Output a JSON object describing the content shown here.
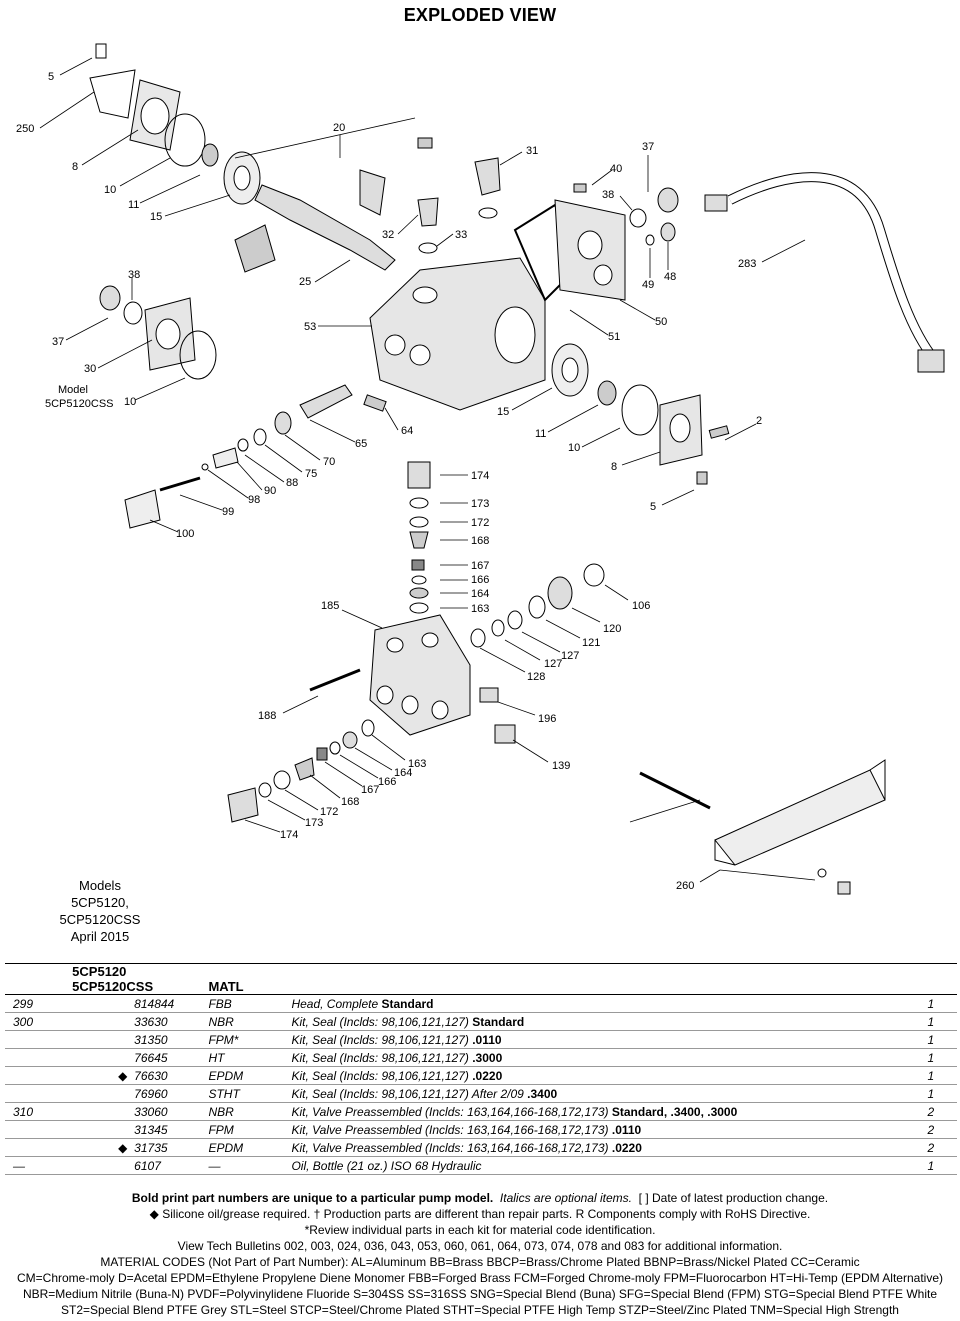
{
  "page_title": "EXPLODED VIEW",
  "callouts": [
    "5",
    "250",
    "8",
    "10",
    "11",
    "15",
    "20",
    "25",
    "38",
    "37",
    "30",
    "10",
    "31",
    "32",
    "33",
    "40",
    "37",
    "38",
    "49",
    "48",
    "283",
    "53",
    "51",
    "50",
    "15",
    "11",
    "10",
    "8",
    "2",
    "5",
    "65",
    "64",
    "70",
    "75",
    "88",
    "90",
    "98",
    "99",
    "100",
    "174",
    "173",
    "172",
    "168",
    "167",
    "166",
    "164",
    "163",
    "106",
    "120",
    "121",
    "127",
    "127",
    "128",
    "185",
    "196",
    "188",
    "139",
    "163",
    "164",
    "166",
    "167",
    "168",
    "172",
    "173",
    "174",
    "260"
  ],
  "model_label": {
    "line1": "Model",
    "line2": "5CP5120CSS"
  },
  "models_note": {
    "line1": "Models",
    "line2": "5CP5120, 5CP5120CSS",
    "line3": "April 2015"
  },
  "table": {
    "header": {
      "col_model_line1": "5CP5120",
      "col_model_line2": "5CP5120CSS",
      "col_matl": "MATL"
    },
    "rows": [
      {
        "ref": "299",
        "diamond": "",
        "part": "814844",
        "matl": "FBB",
        "desc": "Head, Complete ",
        "bold": "Standard",
        "qty": "1"
      },
      {
        "ref": "300",
        "diamond": "",
        "part": "33630",
        "matl": "NBR",
        "desc": "Kit, Seal (Inclds: 98,106,121,127) ",
        "bold": "Standard",
        "qty": "1"
      },
      {
        "ref": "",
        "diamond": "",
        "part": "31350",
        "matl": "FPM*",
        "desc": "Kit, Seal (Inclds: 98,106,121,127) ",
        "bold": ".0110",
        "qty": "1"
      },
      {
        "ref": "",
        "diamond": "",
        "part": "76645",
        "matl": "HT",
        "desc": "Kit, Seal (Inclds: 98,106,121,127) ",
        "bold": ".3000",
        "qty": "1"
      },
      {
        "ref": "",
        "diamond": "◆",
        "part": "76630",
        "matl": "EPDM",
        "desc": "Kit, Seal (Inclds: 98,106,121,127) ",
        "bold": ".0220",
        "qty": "1"
      },
      {
        "ref": "",
        "diamond": "",
        "part": "76960",
        "matl": "STHT",
        "desc": "Kit, Seal (Inclds: 98,106,121,127) After 2/09 ",
        "bold": ".3400",
        "qty": "1"
      },
      {
        "ref": "310",
        "diamond": "",
        "part": "33060",
        "matl": "NBR",
        "desc": "Kit, Valve Preassembled (Inclds: 163,164,166-168,172,173) ",
        "bold": "Standard, .3400, .3000",
        "qty": "2"
      },
      {
        "ref": "",
        "diamond": "",
        "part": "31345",
        "matl": "FPM",
        "desc": "Kit, Valve Preassembled (Inclds: 163,164,166-168,172,173) ",
        "bold": ".0110",
        "qty": "2"
      },
      {
        "ref": "",
        "diamond": "◆",
        "part": "31735",
        "matl": "EPDM",
        "desc": "Kit, Valve Preassembled (Inclds: 163,164,166-168,172,173) ",
        "bold": ".0220",
        "qty": "2"
      },
      {
        "ref": "—",
        "diamond": "",
        "part": "6107",
        "matl": "—",
        "desc": "Oil, Bottle (21 oz.) ISO 68 Hydraulic",
        "bold": "",
        "qty": "1"
      }
    ]
  },
  "footnotes": {
    "line1_bold": "Bold print part numbers are unique to a particular pump model.",
    "line1_italic": "Italics are optional items.",
    "line1_rest": "[ ] Date of latest production change.",
    "line2": "◆ Silicone oil/grease required. † Production parts are different than repair parts. R Components comply with RoHS Directive.",
    "line3": "*Review individual parts in each kit for material code identification.",
    "line4": "View Tech Bulletins 002, 003, 024, 036, 043, 053, 060, 061, 064, 073, 074, 078 and 083 for additional information.",
    "line5": "MATERIAL CODES (Not Part of Part Number): AL=Aluminum BB=Brass BBCP=Brass/Chrome Plated BBNP=Brass/Nickel Plated CC=Ceramic",
    "line6": "CM=Chrome-moly D=Acetal EPDM=Ethylene Propylene Diene Monomer FBB=Forged Brass FCM=Forged Chrome-moly FPM=Fluorocarbon HT=Hi-Temp (EPDM Alternative)",
    "line7": "NBR=Medium Nitrile (Buna-N) PVDF=Polyvinylidene Fluoride S=304SS SS=316SS SNG=Special Blend (Buna) SFG=Special Blend (FPM) STG=Special Blend PTFE White",
    "line8": "ST2=Special Blend PTFE Grey STL=Steel STCP=Steel/Chrome Plated STHT=Special PTFE High Temp STZP=Steel/Zinc Plated TNM=Special High Strength"
  }
}
